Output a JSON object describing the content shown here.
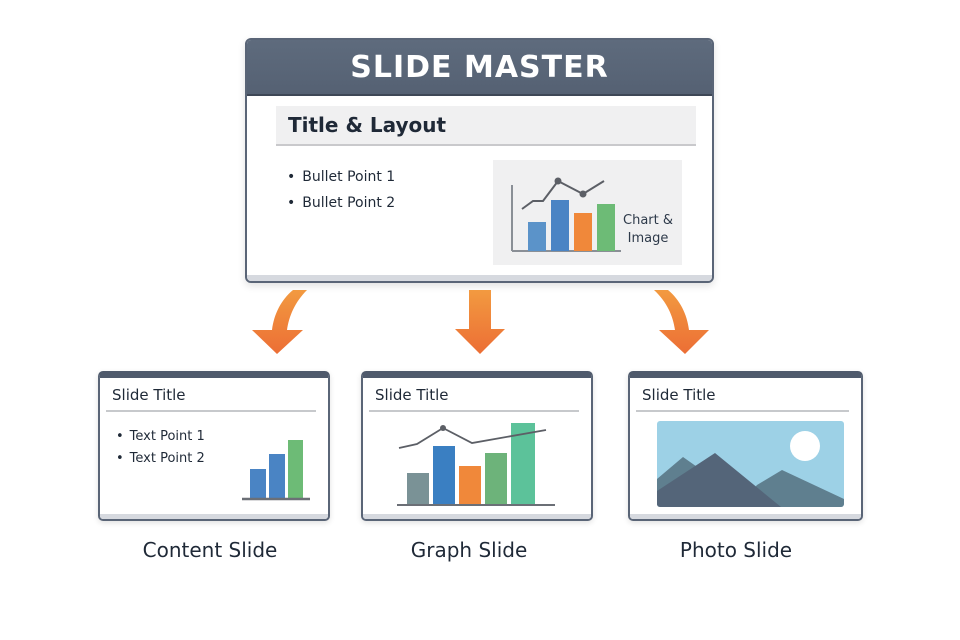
{
  "master": {
    "header_title": "SLIDE MASTER",
    "title_placeholder": "Title & Layout",
    "bullets": [
      "Bullet Point 1",
      "Bullet Point 2"
    ],
    "chart_placeholder_label_line1": "Chart &",
    "chart_placeholder_label_line2": "Image",
    "colors": {
      "header": "#5a6577",
      "bar_blue_light": "#5b93c9",
      "bar_blue": "#4a84c4",
      "bar_orange": "#f0883a",
      "bar_green": "#6dbb76"
    }
  },
  "arrows": {
    "color": "#ee7a3a",
    "targets": [
      "Content Slide",
      "Graph Slide",
      "Photo Slide"
    ]
  },
  "slides": [
    {
      "title": "Slide Title",
      "points": [
        "Text Point 1",
        "Text Point 2"
      ],
      "caption": "Content Slide"
    },
    {
      "title": "Slide Title",
      "caption": "Graph Slide"
    },
    {
      "title": "Slide Title",
      "caption": "Photo Slide"
    }
  ],
  "chart_data": [
    {
      "type": "bar",
      "title": "Master chart placeholder",
      "categories": [
        "1",
        "2",
        "3",
        "4"
      ],
      "values": [
        29,
        51,
        38,
        47
      ],
      "colors": [
        "#5b93c9",
        "#4a84c4",
        "#f0883a",
        "#6dbb76"
      ],
      "overlay_line": [
        30,
        38,
        62,
        46,
        58
      ]
    },
    {
      "type": "bar",
      "title": "Content slide icon",
      "categories": [
        "1",
        "2",
        "3"
      ],
      "values": [
        29,
        44,
        58
      ],
      "colors": [
        "#4a84c4",
        "#4a84c4",
        "#6dbb76"
      ]
    },
    {
      "type": "bar",
      "title": "Graph slide chart",
      "categories": [
        "1",
        "2",
        "3",
        "4",
        "5"
      ],
      "values": [
        24,
        51,
        31,
        44,
        74
      ],
      "colors": [
        "#7a9296",
        "#3a7fc2",
        "#f0883a",
        "#6db37a",
        "#5cc29a"
      ],
      "overlay_line": [
        49,
        53,
        69,
        54,
        67
      ]
    }
  ]
}
